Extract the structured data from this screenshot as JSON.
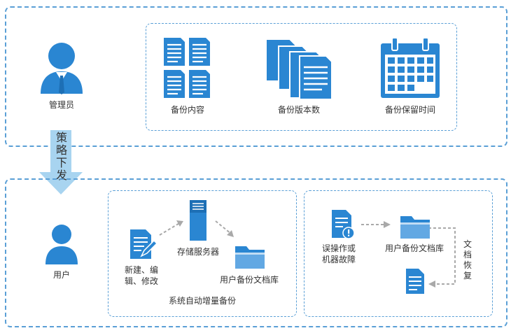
{
  "admin": {
    "label": "管理员",
    "icon": "admin-person-icon"
  },
  "user": {
    "label": "用户",
    "icon": "user-person-icon"
  },
  "policy_arrow": {
    "label": "策略下发",
    "icon": "down-arrow-icon"
  },
  "admin_items": [
    {
      "label": "备份内容",
      "icon": "documents-grid-icon"
    },
    {
      "label": "备份版本数",
      "icon": "stacked-documents-icon"
    },
    {
      "label": "备份保留时间",
      "icon": "calendar-icon"
    }
  ],
  "auto_backup": {
    "title": "系统自动增量备份",
    "edit_label": "新建、编辑、修改",
    "server_label": "存储服务器",
    "library_label": "用户备份文档库"
  },
  "recovery": {
    "fault_label": "误操作或机器故障",
    "library_label": "用户备份文档库",
    "restore_label": "文档恢复"
  },
  "colors": {
    "primary": "#2a86d2",
    "light": "#62a8e3",
    "dashed": "#5a9fd6",
    "arrow": "#a8d4f0"
  }
}
